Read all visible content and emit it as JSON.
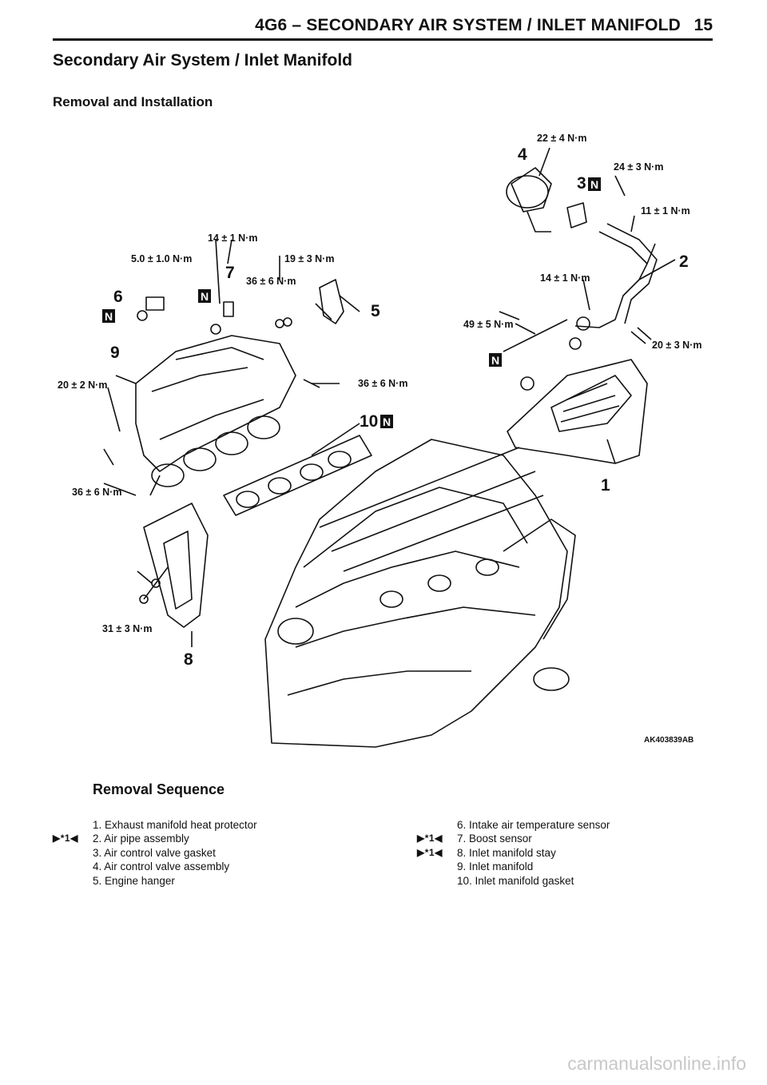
{
  "header": {
    "title": "4G6 – SECONDARY AIR SYSTEM / INLET MANIFOLD",
    "page": "15"
  },
  "section_title": "Secondary Air System / Inlet Manifold",
  "subsection_title": "Removal and Installation",
  "figure": {
    "id": "AK403839AB",
    "torques": [
      "22 ± 4 N·m",
      "24 ± 3 N·m",
      "11 ± 1 N·m",
      "14 ± 1 N·m",
      "5.0 ± 1.0 N·m",
      "19 ± 3 N·m",
      "36 ± 6 N·m",
      "14 ± 1 N·m",
      "49 ± 5 N·m",
      "20 ± 3 N·m",
      "20 ± 2 N·m",
      "36 ± 6 N·m",
      "36 ± 6 N·m",
      "31 ± 3 N·m"
    ],
    "callouts": [
      "4",
      "3",
      "2",
      "7",
      "6",
      "5",
      "9",
      "10",
      "1",
      "8"
    ],
    "new_part_mark": "N"
  },
  "removal_sequence": {
    "title": "Removal Sequence",
    "left": [
      {
        "text": "1. Exhaust manifold heat protector",
        "mark": ""
      },
      {
        "text": "2. Air pipe assembly",
        "mark": "▶*1◀"
      },
      {
        "text": "3. Air control valve gasket",
        "mark": ""
      },
      {
        "text": "4. Air control valve assembly",
        "mark": ""
      },
      {
        "text": "5. Engine hanger",
        "mark": ""
      }
    ],
    "right": [
      {
        "text": "6. Intake air temperature sensor",
        "mark": ""
      },
      {
        "text": "7. Boost sensor",
        "mark": "▶*1◀"
      },
      {
        "text": "8. Inlet manifold stay",
        "mark": "▶*1◀"
      },
      {
        "text": "9. Inlet manifold",
        "mark": ""
      },
      {
        "text": "10. Inlet manifold gasket",
        "mark": ""
      }
    ]
  },
  "watermark": "carmanualsonline.info"
}
